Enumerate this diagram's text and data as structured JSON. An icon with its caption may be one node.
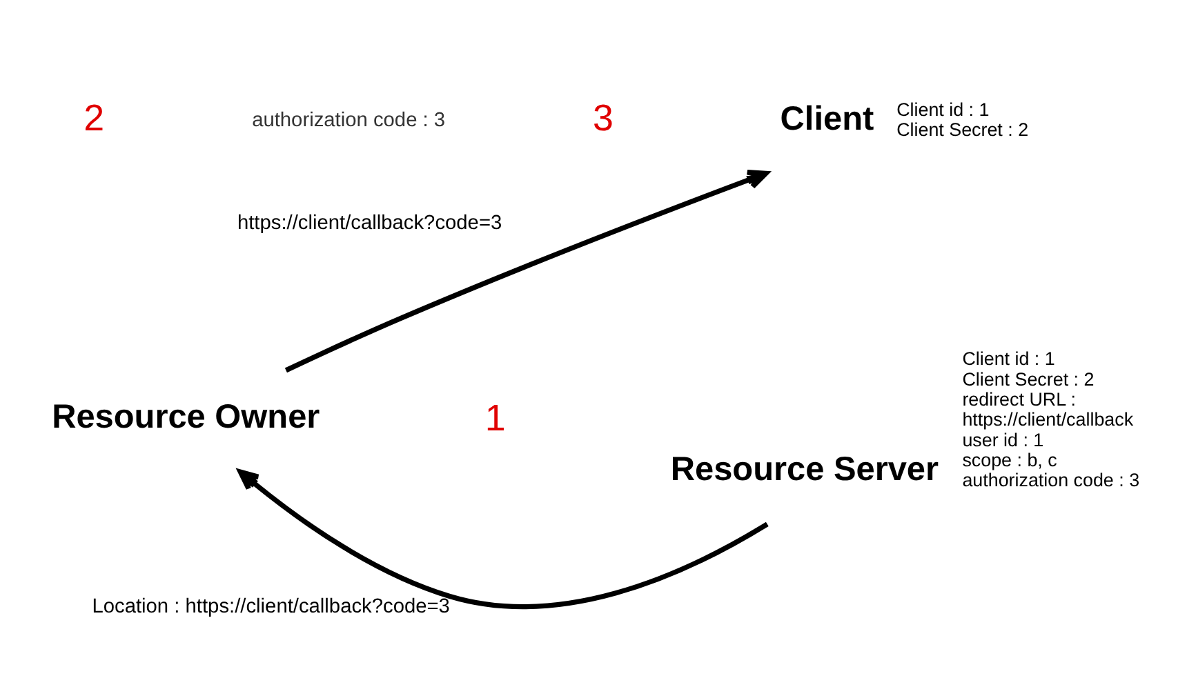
{
  "diagram": {
    "nodes": [
      {
        "text": [
          "Client"
        ],
        "beside": [
          "Client id : 1",
          "Client Secret : 2"
        ]
      },
      {
        "text": [
          "Resource Owner"
        ]
      },
      {
        "text": [
          "Resource Server"
        ],
        "beside": [
          "Client id : 1",
          "Client Secret : 2",
          "redirect URL :",
          "https://client/callback",
          "user id : 1",
          "scope : b, c",
          "authorization code : 3"
        ]
      }
    ],
    "edges": [
      {
        "from": 1,
        "to": 0,
        "arrow": "to",
        "label": "https://client/callback?code=3"
      },
      {
        "from": 2,
        "to": 1,
        "arrow": "to",
        "label": "Location : https://client/callback?code=3"
      }
    ],
    "labels": [
      "authorization code : 3",
      "2",
      "3",
      "1"
    ]
  }
}
